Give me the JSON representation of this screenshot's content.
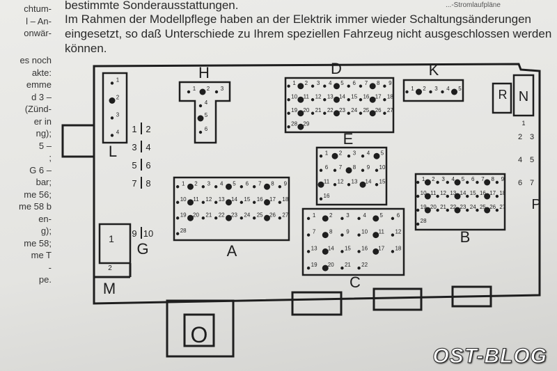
{
  "page_text": {
    "lines": [
      "bestimmte Sonderausstattungen.",
      "Im Rahmen der Modellpflege haben an der Elektrik immer wieder Schaltungsänderungen",
      "eingesetzt, so daß Unterschiede zu Ihrem speziellen Fahrzeug nicht ausgeschlossen werden",
      "können."
    ],
    "top_right_fragment": "...-Stromlaufpläne"
  },
  "side_column": [
    "chtum-",
    "l – An-",
    "onwär-",
    "",
    "es noch",
    "akte:",
    "emme",
    "d 3 –",
    "(Zünd-",
    "er in",
    "ng);",
    "5 –",
    ";",
    "G 6 –",
    "bar;",
    "me 56;",
    "me 58 b",
    "en-",
    "g);",
    "me 58;",
    "me T",
    "-",
    "pe."
  ],
  "diagram": {
    "connectors": [
      {
        "id": "L",
        "label": "L",
        "pins": 4
      },
      {
        "id": "H",
        "label": "H",
        "pins": 6
      },
      {
        "id": "D",
        "label": "D",
        "pins": 29
      },
      {
        "id": "K",
        "label": "K",
        "pins": 5
      },
      {
        "id": "E",
        "label": "E",
        "pins": 16
      },
      {
        "id": "A",
        "label": "A",
        "pins": 28
      },
      {
        "id": "C",
        "label": "C",
        "pins": 22
      },
      {
        "id": "B",
        "label": "B",
        "pins": 28
      }
    ],
    "other_labels": {
      "R": "R",
      "N": "N",
      "G": "G",
      "M": "M",
      "O": "O",
      "P": "P",
      "M_pin1": "1",
      "M_pin2": "2",
      "N_pin": "1"
    },
    "fuse_pairs_left": [
      [
        "1",
        "2"
      ],
      [
        "3",
        "4"
      ],
      [
        "5",
        "6"
      ],
      [
        "7",
        "8"
      ],
      [
        "9",
        "10"
      ]
    ],
    "fuse_pairs_right": [
      [
        "2",
        "3"
      ],
      [
        "4",
        "5"
      ],
      [
        "6",
        "7"
      ]
    ]
  },
  "watermark": "OST-BLOG"
}
